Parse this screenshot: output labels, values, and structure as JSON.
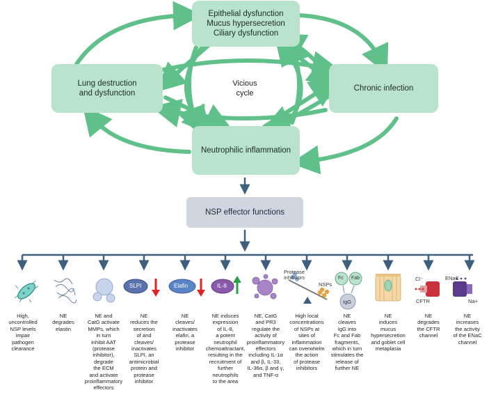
{
  "boxes": {
    "epithelial": [
      "Epithelial dysfunction",
      "Mucus hypersecretion",
      "Ciliary dysfunction"
    ],
    "lung": [
      "Lung destruction",
      "and dysfunction"
    ],
    "chronic": "Chronic infection",
    "neutrophilic": "Neutrophilic inflammation",
    "vicious": [
      "Vicious",
      "cycle"
    ]
  },
  "effector_title": "NSP effector functions",
  "icon_labels": {
    "slpi": "SLPI",
    "elafin": "Elafin",
    "il8": "IL-8",
    "protease_inhibitors": "Protease\ninhibitors",
    "nsps": "NSPs",
    "fc": "Fc",
    "fab": "Fab",
    "igg": "IgG",
    "cl": "Cl⁻",
    "enac": "ENaC",
    "cftr": "CFTR",
    "na": "Na+"
  },
  "captions": [
    "High,\nuncontrolled\nNSP levels\nimpair\npathogen\nclearance",
    "NE\ndegrades\nelastin",
    "NE and\nCatG activate\nMMPs, which\nin turn\ninhibit AAT\n(protease\ninhibitor),\ndegrade\nthe ECM\nand activate\nproinflammatory\neffectors",
    "NE\nreduces the\nsecretion\nof and\ncleaves/\ninactivates\nSLPI, an\nantimicrobial\nprotein and\nprotease\ninhibitor",
    "NE\ncleaves/\ninactivates\nelafin, a\nprotease\ninhibitor",
    "NE induces\nexpression\nof IL-8,\na potent\nneutrophil\nchemoattractant,\nresulting in the\nrecruitment of\nfurther\nneutrophils\nto the area",
    "NE, CatG\nand PR3\nregulate the\nactivity of\nproinflammatory\neffectors\nincluding IL-1α\nand β, IL-33,\nIL-36α, β and γ,\nand TNF-α",
    "High local\nconcentrations\nof NSPs at\nsites of\ninflammation\ncan overwhelm\nthe action\nof protease\ninhibitors",
    "NE\ncleaves\nIgG into\nFc and Fab\nfragments,\nwhich in turn\nstimulates the\nrelease of\nfurther NE",
    "NE\ninduces\nmucus\nhypersecretion\nand goblet cell\nmetaplasia",
    "NE\ndegrades\nthe CFTR\nchannel",
    "NE\nincreases\nthe activity\nof the ENaC\nchannel"
  ],
  "colors": {
    "box_fill": "#b9e3cc",
    "cycle_arrow": "#5fc08a",
    "effector_fill": "#cfd6df",
    "connector": "#3e5f7e",
    "down_arrow": "#e02424",
    "up_arrow": "#2e9e4a"
  }
}
